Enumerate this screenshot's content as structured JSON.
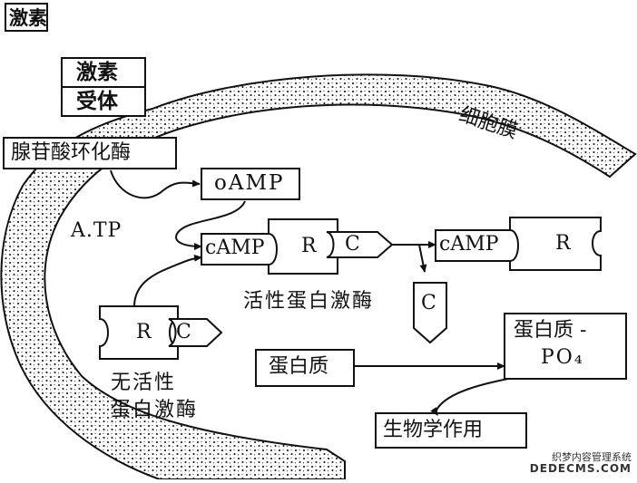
{
  "corner_title": "激素",
  "hormone": "激素",
  "receptor": "受体",
  "membrane": "细胞膜",
  "adenylate_cyclase": "腺苷酸环化酶",
  "atp": "A.TP",
  "camp_top": "oAMP",
  "camp_complex": "cAMP",
  "r": "R",
  "c": "C",
  "active_kinase": "活性蛋白激酶",
  "inactive_kinase_line1": "无活性",
  "inactive_kinase_line2": "蛋白激酶",
  "protein": "蛋白质",
  "phospho_protein_line1": "蛋白质 -",
  "phospho_protein_line2": "PO₄",
  "bio_effect": "生物学作用",
  "watermark_line1": "织梦内容管理系统",
  "watermark_line2": "DEDECMS.COM",
  "colors": {
    "ink": "#111111",
    "paper": "#ffffff"
  }
}
